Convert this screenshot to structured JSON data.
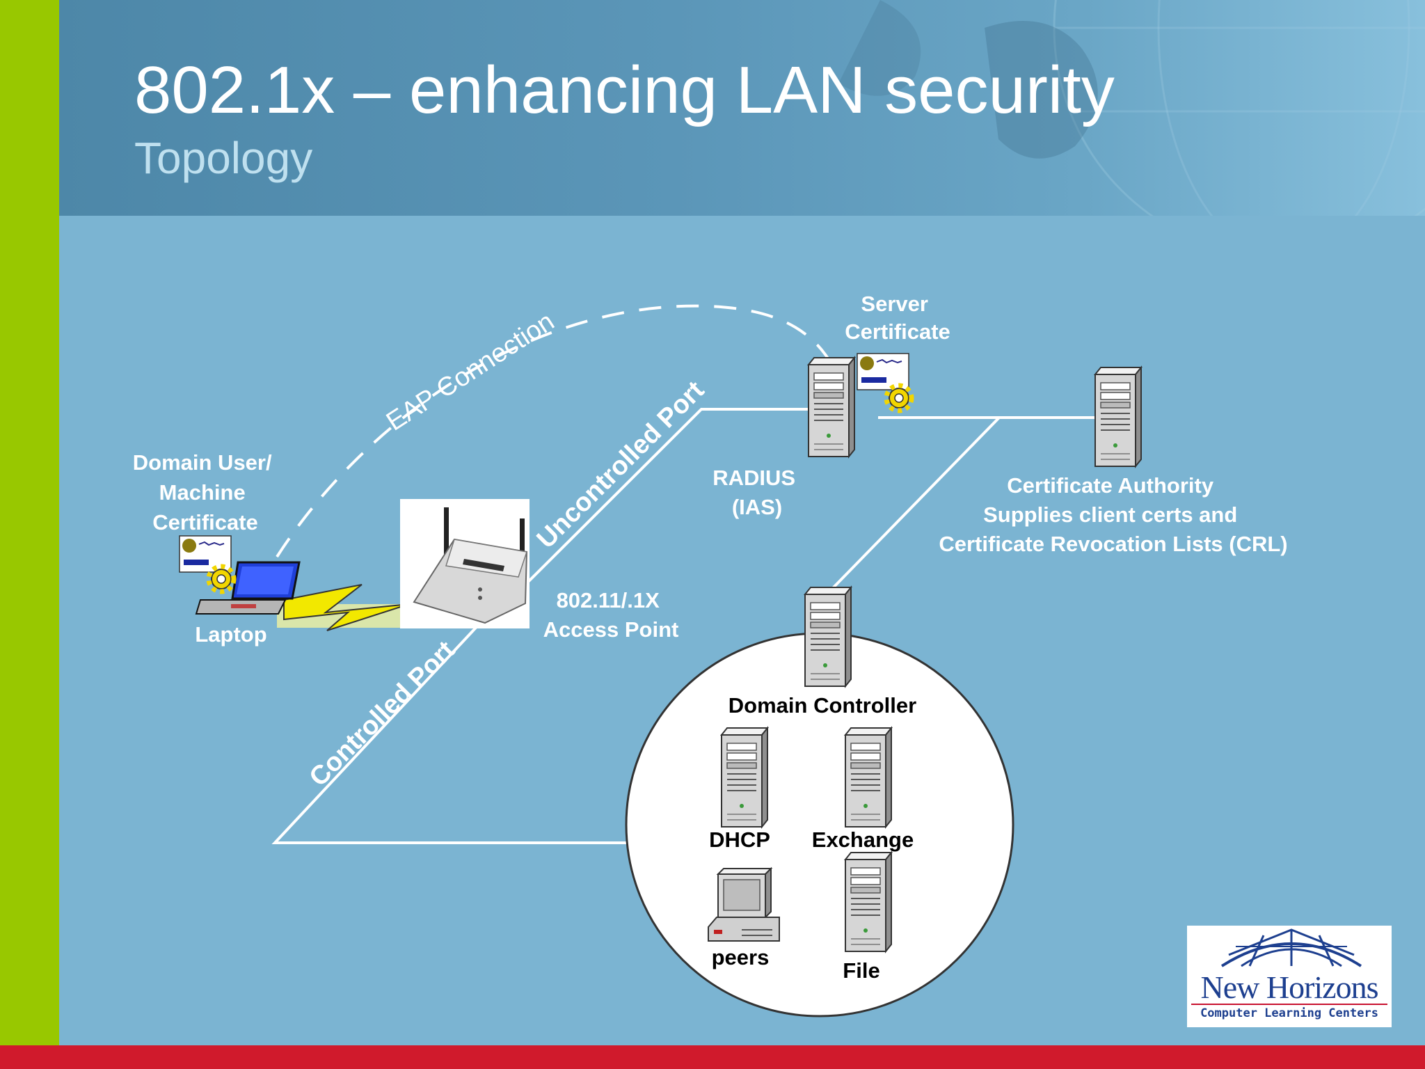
{
  "slide": {
    "title": "802.1x – enhancing LAN security",
    "subtitle": "Topology"
  },
  "colors": {
    "accent_green": "#98c800",
    "accent_red": "#d01a2c",
    "background": "#7bb4d2",
    "header": "#5b96b8"
  },
  "diagram": {
    "eap_connection": "EAP Connection",
    "uncontrolled_port": "Uncontrolled Port",
    "controlled_port": "Controlled Port",
    "server_certificate": [
      "Server",
      "Certificate"
    ],
    "user_certificate": [
      "Domain User/",
      "Machine",
      "Certificate"
    ],
    "laptop": "Laptop",
    "access_point": [
      "802.11/.1X",
      "Access Point"
    ],
    "radius": [
      "RADIUS",
      "(IAS)"
    ],
    "certificate_authority": [
      "Certificate Authority",
      "Supplies client certs and",
      "Certificate Revocation Lists (CRL)"
    ],
    "domain_controller": "Domain Controller",
    "dhcp": "DHCP",
    "exchange": "Exchange",
    "peers": "peers",
    "file": "File"
  },
  "logo": {
    "name": "New Horizons",
    "tagline": "Computer Learning Centers"
  }
}
